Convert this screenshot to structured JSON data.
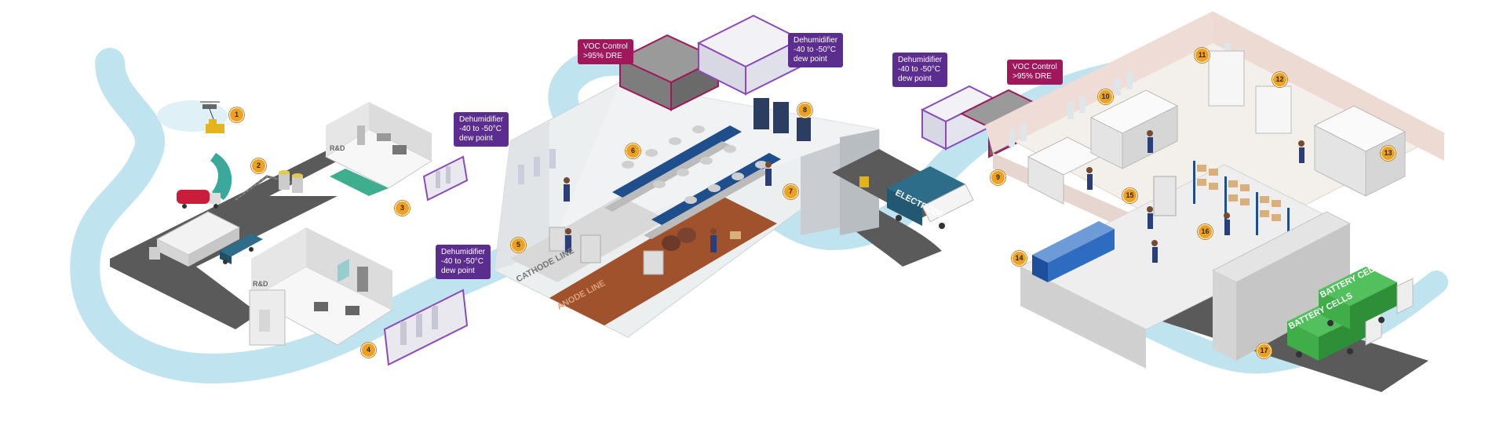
{
  "colors": {
    "ribbon": "#bfe3ef",
    "road": "#5a5a5a",
    "floor": "#eeeeee",
    "wall": "#d9dcdf",
    "dehumidifier_callout": "#5b2d8e",
    "voc_callout": "#a0185c",
    "number_marker": "#f0a020",
    "anode_floor": "#a0522d",
    "truck_green": "#3fae49",
    "truck_teal": "#1e6f8f",
    "cabinet_blue": "#2d6cc0"
  },
  "callouts": {
    "dehum_1": "Dehumidifier\n-40 to -50°C\ndew point",
    "dehum_2": "Dehumidifier\n-40 to -50°C\ndew point",
    "dehum_3": "Dehumidifier\n-40 to -50°C\ndew point",
    "dehum_4": "Dehumidifier\n-40 to -50°C\ndew point",
    "voc_1": "VOC Control\n>95% DRE",
    "voc_2": "VOC Control\n>95% DRE"
  },
  "labels": {
    "cathode_line": "CATHODE LINE",
    "anode_line": "ANODE LINE",
    "electrodes_truck": "ELECTRODES",
    "battery_cells_1": "BATTERY CELLS",
    "battery_cells_2": "BATTERY CELLS",
    "lab_1": "R&D",
    "lab_2": "R&D"
  },
  "markers": [
    "1",
    "2",
    "3",
    "4",
    "5",
    "6",
    "7",
    "8",
    "9",
    "10",
    "11",
    "12",
    "13",
    "14",
    "15",
    "16",
    "17"
  ]
}
